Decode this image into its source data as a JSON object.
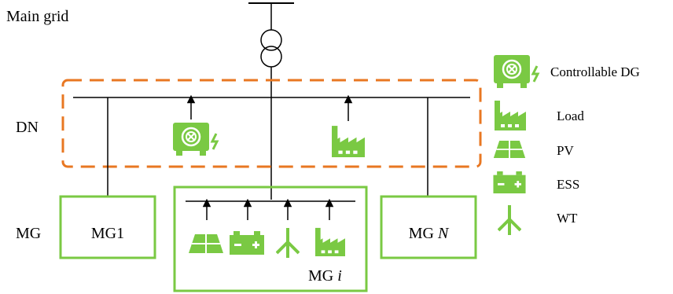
{
  "labels": {
    "main_grid": "Main grid",
    "dn": "DN",
    "mg": "MG",
    "mg1": "MG1",
    "mgn_prefix": "MG ",
    "mgn_suffix": "N",
    "mgi_prefix": "MG ",
    "mgi_suffix": "i"
  },
  "legend": [
    {
      "icon": "controllable-dg-icon",
      "label": "Controllable DG"
    },
    {
      "icon": "load-icon",
      "label": "Load"
    },
    {
      "icon": "pv-icon",
      "label": "PV"
    },
    {
      "icon": "ess-icon",
      "label": "ESS"
    },
    {
      "icon": "wt-icon",
      "label": "WT"
    }
  ],
  "colors": {
    "green": "#7ac943",
    "orange": "#e87722",
    "line": "#000000"
  }
}
